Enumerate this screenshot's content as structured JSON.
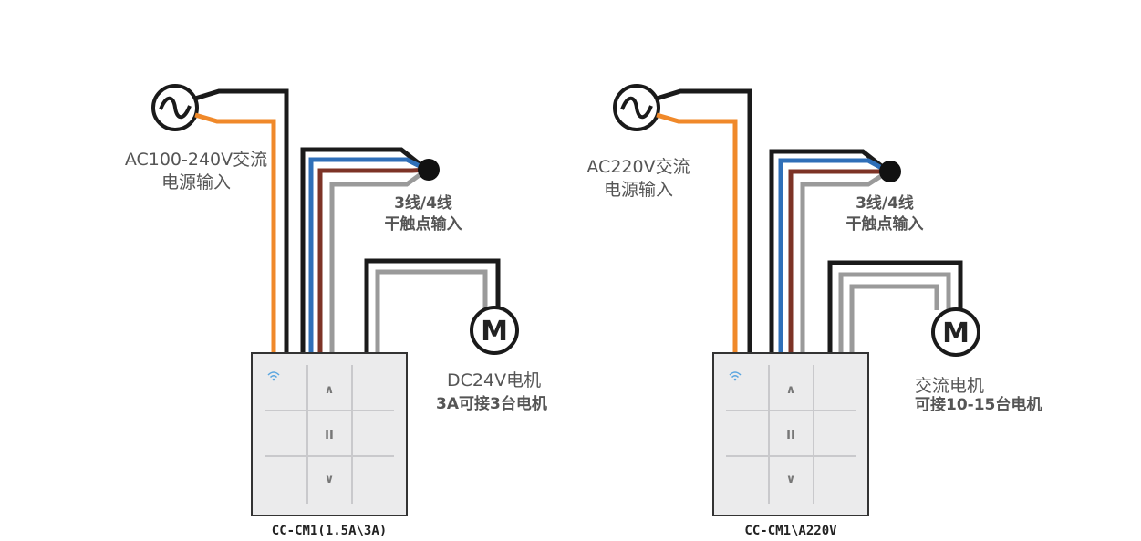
{
  "diagrams": [
    {
      "id": "left",
      "ac_label": [
        "AC100-240V交流",
        "电源输入"
      ],
      "dry_label": [
        "3线/4线",
        "干触点输入"
      ],
      "motor_label": [
        "DC24V电机",
        "3A可接3台电机"
      ],
      "motor_letter": "M",
      "model": "CC-CM1(1.5A\\3A)"
    },
    {
      "id": "right",
      "ac_label": [
        "AC220V交流",
        "电源输入"
      ],
      "dry_label": [
        "3线/4线",
        "干触点输入"
      ],
      "motor_label": [
        "交流电机",
        "可接10-15台电机"
      ],
      "motor_letter": "M",
      "model": "CC-CM1\\A220V"
    }
  ],
  "panel_glyphs": {
    "up": "∧",
    "pause": "II",
    "down": "∨"
  },
  "wire_colors": {
    "black": "#1a1a1a",
    "orange": "#f0892a",
    "blue": "#2f6fb8",
    "brown": "#7d3326",
    "gray": "#9a9a9a"
  },
  "icons": [
    "ac-source-icon",
    "dry-contact-terminal-icon",
    "motor-icon",
    "wifi-icon"
  ]
}
